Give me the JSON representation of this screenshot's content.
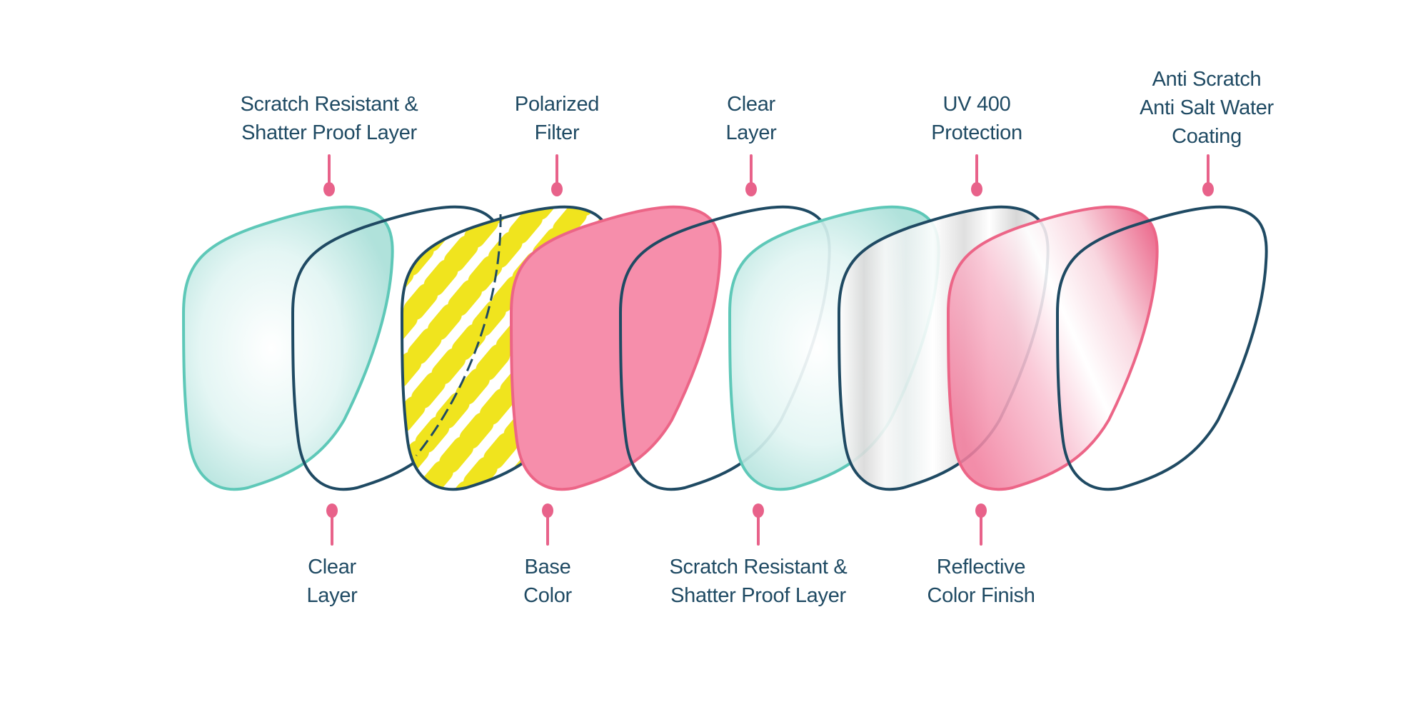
{
  "title": "Lens layer diagram",
  "colors": {
    "navy": "#1f4a63",
    "teal": "#5ec8b8",
    "teal_fill": "#b9e6e1",
    "pink_stroke": "#ec6587",
    "pink_fill": "#f68eab",
    "yellow": "#f0e41e",
    "silver": "#d6d6d6",
    "pin": "#e8628a"
  },
  "lenses": [
    {
      "id": "clear-1",
      "style": "teal"
    },
    {
      "id": "clear-2",
      "style": "outline"
    },
    {
      "id": "polarized",
      "style": "yellow-pattern"
    },
    {
      "id": "base-color",
      "style": "pink"
    },
    {
      "id": "clear-3",
      "style": "outline"
    },
    {
      "id": "scratch-2",
      "style": "teal"
    },
    {
      "id": "uv",
      "style": "silver"
    },
    {
      "id": "reflective",
      "style": "pink-gradient"
    },
    {
      "id": "coating",
      "style": "outline"
    }
  ],
  "labels_top": [
    {
      "lines": [
        "Scratch Resistant &",
        "Shatter Proof Layer"
      ]
    },
    {
      "lines": [
        "Polarized",
        "Filter"
      ]
    },
    {
      "lines": [
        "Clear",
        "Layer"
      ]
    },
    {
      "lines": [
        "UV 400",
        "Protection"
      ]
    },
    {
      "lines": [
        "Anti Scratch",
        "Anti Salt Water",
        "Coating"
      ]
    }
  ],
  "labels_bottom": [
    {
      "lines": [
        "Clear",
        "Layer"
      ]
    },
    {
      "lines": [
        "Base",
        "Color"
      ]
    },
    {
      "lines": [
        "Scratch Resistant &",
        "Shatter Proof Layer"
      ]
    },
    {
      "lines": [
        "Reflective",
        "Color Finish"
      ]
    }
  ]
}
